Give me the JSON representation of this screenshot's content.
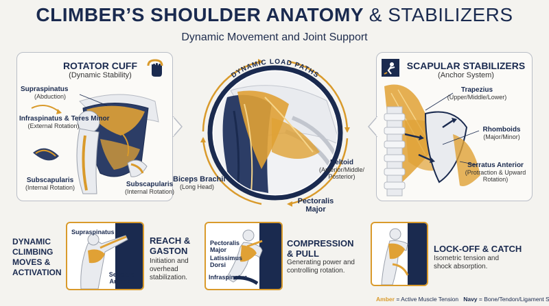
{
  "header": {
    "title_main": "CLIMBER’S SHOULDER ANATOMY",
    "title_amp": "& STABILIZERS",
    "subtitle": "Dynamic Movement and Joint Support"
  },
  "colors": {
    "amber": "#d99a2b",
    "navy": "#1a2a4f",
    "bone": "#e9ebef"
  },
  "rotator_cuff": {
    "title": "ROTATOR CUFF",
    "subtitle": "(Dynamic Stability)",
    "labels": [
      {
        "name": "Supraspinatus",
        "sub": "(Abduction)"
      },
      {
        "name": "Infraspinatus & Teres Minor",
        "sub": "(External Rotation)"
      },
      {
        "name": "Subscapularis",
        "sub": "(Internal Rotation)"
      },
      {
        "name": "Subscapularis",
        "sub": "(Internal Rotation)"
      }
    ]
  },
  "center": {
    "arc_label": "DYNAMIC LOAD PATHS",
    "labels": [
      {
        "name": "Biceps Brachii",
        "sub": "(Long Head)"
      },
      {
        "name": "Deltoid",
        "sub": "(Anterior/Middle/ Posterior)"
      },
      {
        "name": "Pectoralis Major",
        "sub": ""
      }
    ]
  },
  "scapular": {
    "title": "SCAPULAR STABILIZERS",
    "subtitle": "(Anchor System)",
    "labels": [
      {
        "name": "Trapezius",
        "sub": "(Upper/Middle/Lower)"
      },
      {
        "name": "Rhomboids",
        "sub": "(Major/Minor)"
      },
      {
        "name": "Serratus Anterior",
        "sub": "(Protraction & Upward Rotation)"
      }
    ]
  },
  "moves": {
    "heading": "DYNAMIC CLIMBING MOVES & ACTIVATION",
    "items": [
      {
        "title": "REACH & GASTON",
        "desc": "Initiation and overhead stabilization.",
        "labels": [
          "Supraspinatus",
          "Serratus Anterior"
        ]
      },
      {
        "title": "COMPRESSION & PULL",
        "desc": "Generating power and controlling rotation.",
        "labels": [
          "Pectoralis Major",
          "Latissimus Dorsi",
          "Infraspinatus"
        ]
      },
      {
        "title": "LOCK-OFF & CATCH",
        "desc": "Isometric tension and shock absorption.",
        "labels": []
      }
    ]
  },
  "legend": {
    "amber": "Amber",
    "amber_text": "= Active Muscle Tension",
    "navy": "Navy",
    "navy_text": "= Bone/Tendon/Ligament Structure"
  }
}
